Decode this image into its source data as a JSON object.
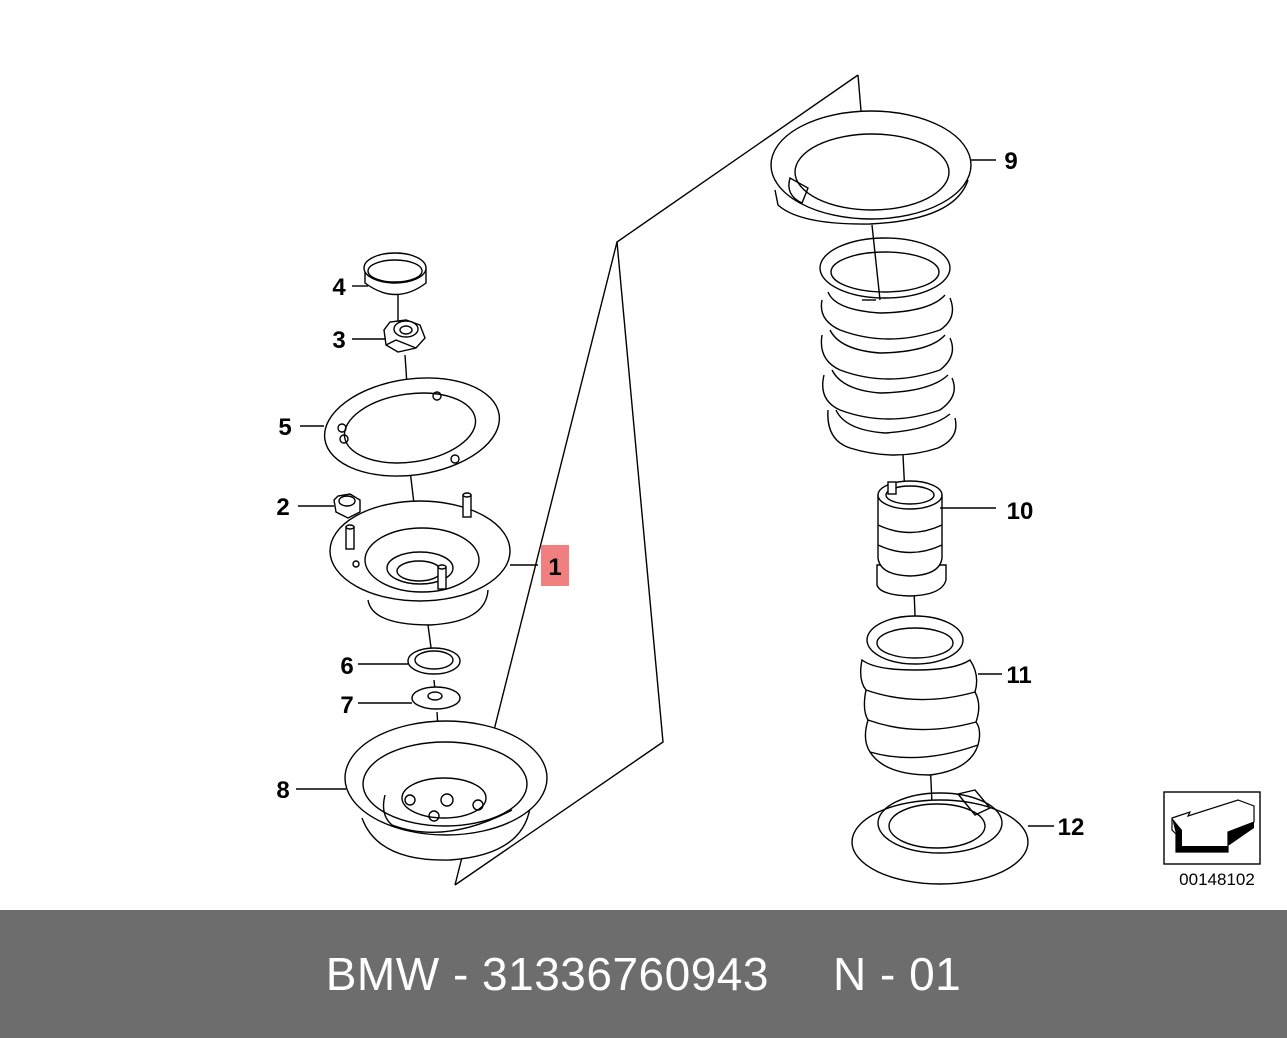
{
  "callouts": [
    {
      "id": "1",
      "label": "1",
      "highlighted": true
    },
    {
      "id": "2",
      "label": "2"
    },
    {
      "id": "3",
      "label": "3"
    },
    {
      "id": "4",
      "label": "4"
    },
    {
      "id": "5",
      "label": "5"
    },
    {
      "id": "6",
      "label": "6"
    },
    {
      "id": "7",
      "label": "7"
    },
    {
      "id": "8",
      "label": "8"
    },
    {
      "id": "9",
      "label": "9"
    },
    {
      "id": "10",
      "label": "10"
    },
    {
      "id": "11",
      "label": "11"
    },
    {
      "id": "12",
      "label": "12"
    }
  ],
  "diagram_number": "00148102",
  "footer": {
    "part_text": "BMW - 31336760943",
    "position_text": "N - 01"
  },
  "colors": {
    "highlight": "#f08080",
    "footer_bg": "#6d6d6d",
    "footer_text": "#ffffff"
  }
}
